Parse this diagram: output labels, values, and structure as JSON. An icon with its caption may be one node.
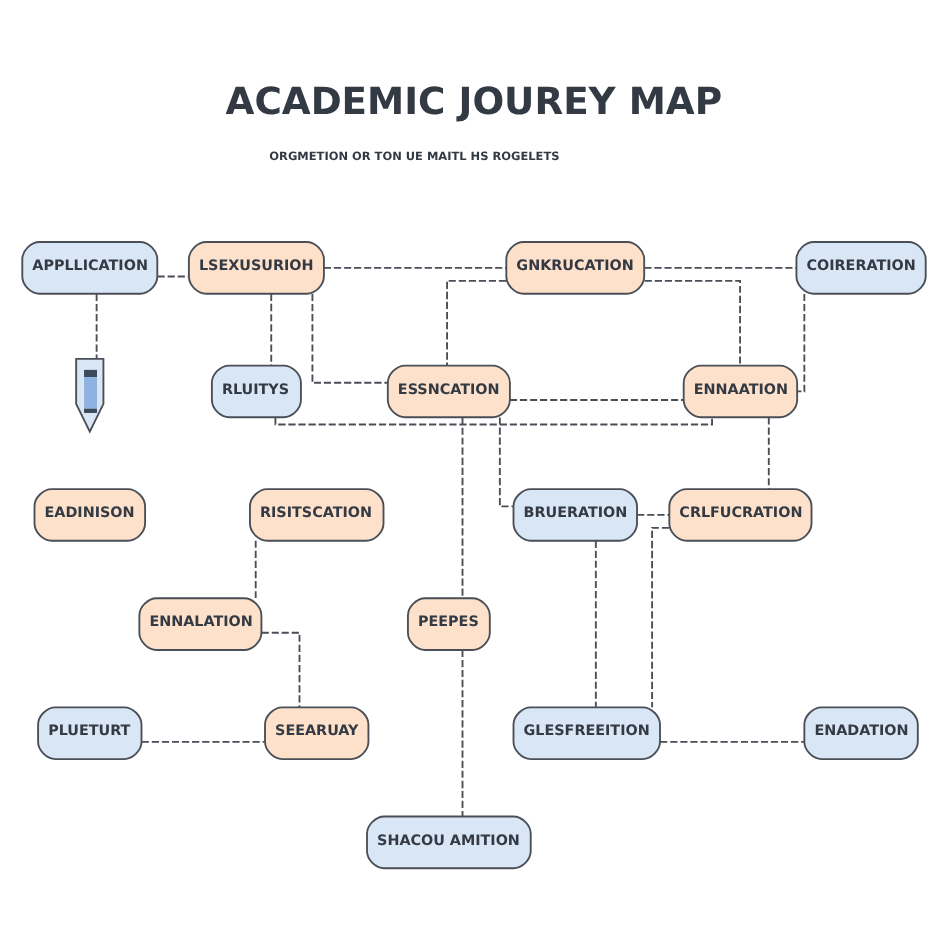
{
  "diagram": {
    "title": "ACADEMIC JOUREY MAP",
    "nodes": [
      {
        "text": [
          "APPLLICATION"
        ]
      },
      {
        "text": [
          "LSEXUSURIOH"
        ]
      },
      {
        "text": [
          "GNKRUCATION"
        ]
      },
      {
        "text": [
          "COIRERATION"
        ]
      },
      {
        "text": [],
        "shape": "picture"
      },
      {
        "text": [
          "RLUITYS"
        ]
      },
      {
        "text": [
          "ESSNCATION"
        ]
      },
      {
        "text": [
          "ENNAATION"
        ]
      },
      {
        "text": [
          "EADINISON"
        ]
      },
      {
        "text": [
          "RISITSCATION"
        ]
      },
      {
        "text": [
          "BRUERATION"
        ]
      },
      {
        "text": [
          "CRLFUCRATION"
        ]
      },
      {
        "text": [
          "ENNALATION"
        ]
      },
      {
        "text": [
          "PEEPES"
        ]
      },
      {
        "text": [
          "PLUETURT"
        ]
      },
      {
        "text": [
          "SEEARUAY"
        ]
      },
      {
        "text": [
          "GLESFREEITION"
        ]
      },
      {
        "text": [
          "ENADATION"
        ]
      },
      {
        "text": [
          "SHACOU AMITION"
        ]
      }
    ],
    "edges": [
      {
        "from": 0,
        "to": 1,
        "arrow": "none",
        "style": "dashed"
      },
      {
        "from": 0,
        "to": 4,
        "arrow": "none",
        "style": "dashed"
      },
      {
        "from": 1,
        "to": 2,
        "arrow": "none",
        "style": "dashed"
      },
      {
        "from": 1,
        "to": 5,
        "arrow": "none",
        "style": "dashed"
      },
      {
        "from": 1,
        "to": 6,
        "arrow": "none",
        "style": "dashed"
      },
      {
        "from": 2,
        "to": 6,
        "arrow": "none",
        "style": "dashed"
      },
      {
        "from": 2,
        "to": 3,
        "arrow": "none",
        "style": "dashed"
      },
      {
        "from": 3,
        "to": 7,
        "arrow": "none",
        "style": "dashed"
      },
      {
        "from": 2,
        "to": 7,
        "arrow": "none",
        "style": "dashed"
      },
      {
        "from": 6,
        "to": 7,
        "arrow": "none",
        "style": "dashed"
      },
      {
        "from": 7,
        "to": 11,
        "arrow": "none",
        "style": "dashed"
      },
      {
        "from": 5,
        "to": 7,
        "arrow": "none",
        "style": "dashed"
      },
      {
        "from": 6,
        "to": 10,
        "arrow": "none",
        "style": "dashed"
      },
      {
        "from": 6,
        "to": 13,
        "arrow": "none",
        "style": "dashed"
      },
      {
        "from": 12,
        "to": 9,
        "arrow": "none",
        "style": "dashed"
      },
      {
        "from": 10,
        "to": 11,
        "arrow": "none",
        "style": "dashed"
      },
      {
        "from": 10,
        "to": 16,
        "arrow": "none",
        "style": "dashed"
      },
      {
        "from": 11,
        "to": 16,
        "arrow": "none",
        "style": "dashed"
      },
      {
        "from": 12,
        "to": 15,
        "arrow": "none",
        "style": "dashed"
      },
      {
        "from": 14,
        "to": 15,
        "arrow": "none",
        "style": "dashed"
      },
      {
        "from": 13,
        "to": 18,
        "arrow": "none",
        "style": "dashed"
      },
      {
        "from": 16,
        "to": 17,
        "arrow": "none",
        "style": "dashed"
      }
    ],
    "labels": [
      "ORGMETION OR TON UE MAITL HS ROGELETS"
    ]
  }
}
